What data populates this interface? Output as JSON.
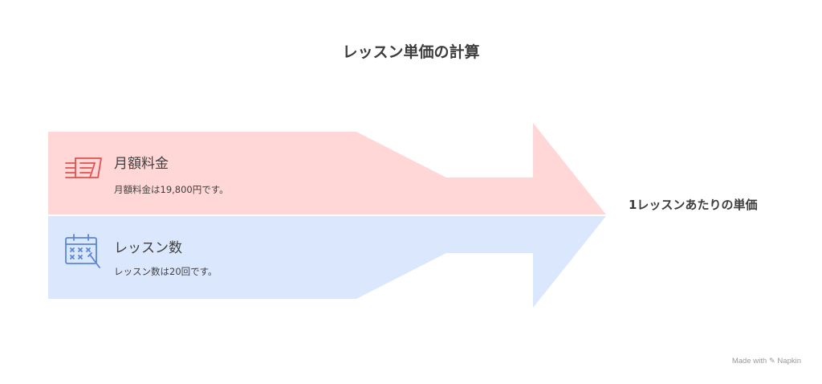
{
  "title": "レッスン単価の計算",
  "inputs": [
    {
      "heading": "月額料金",
      "description": "月額料金は19,800円です。",
      "icon": "money-stack-icon",
      "color": "#e0524f",
      "fill": "#fed7d6"
    },
    {
      "heading": "レッスン数",
      "description": "レッスン数は20回です。",
      "icon": "calendar-icon",
      "color": "#5a86d8",
      "fill": "#dbe7fd"
    }
  ],
  "result": {
    "label": "1レッスンあたりの単価"
  },
  "credit": {
    "text": "Made with",
    "brand": "Napkin"
  }
}
